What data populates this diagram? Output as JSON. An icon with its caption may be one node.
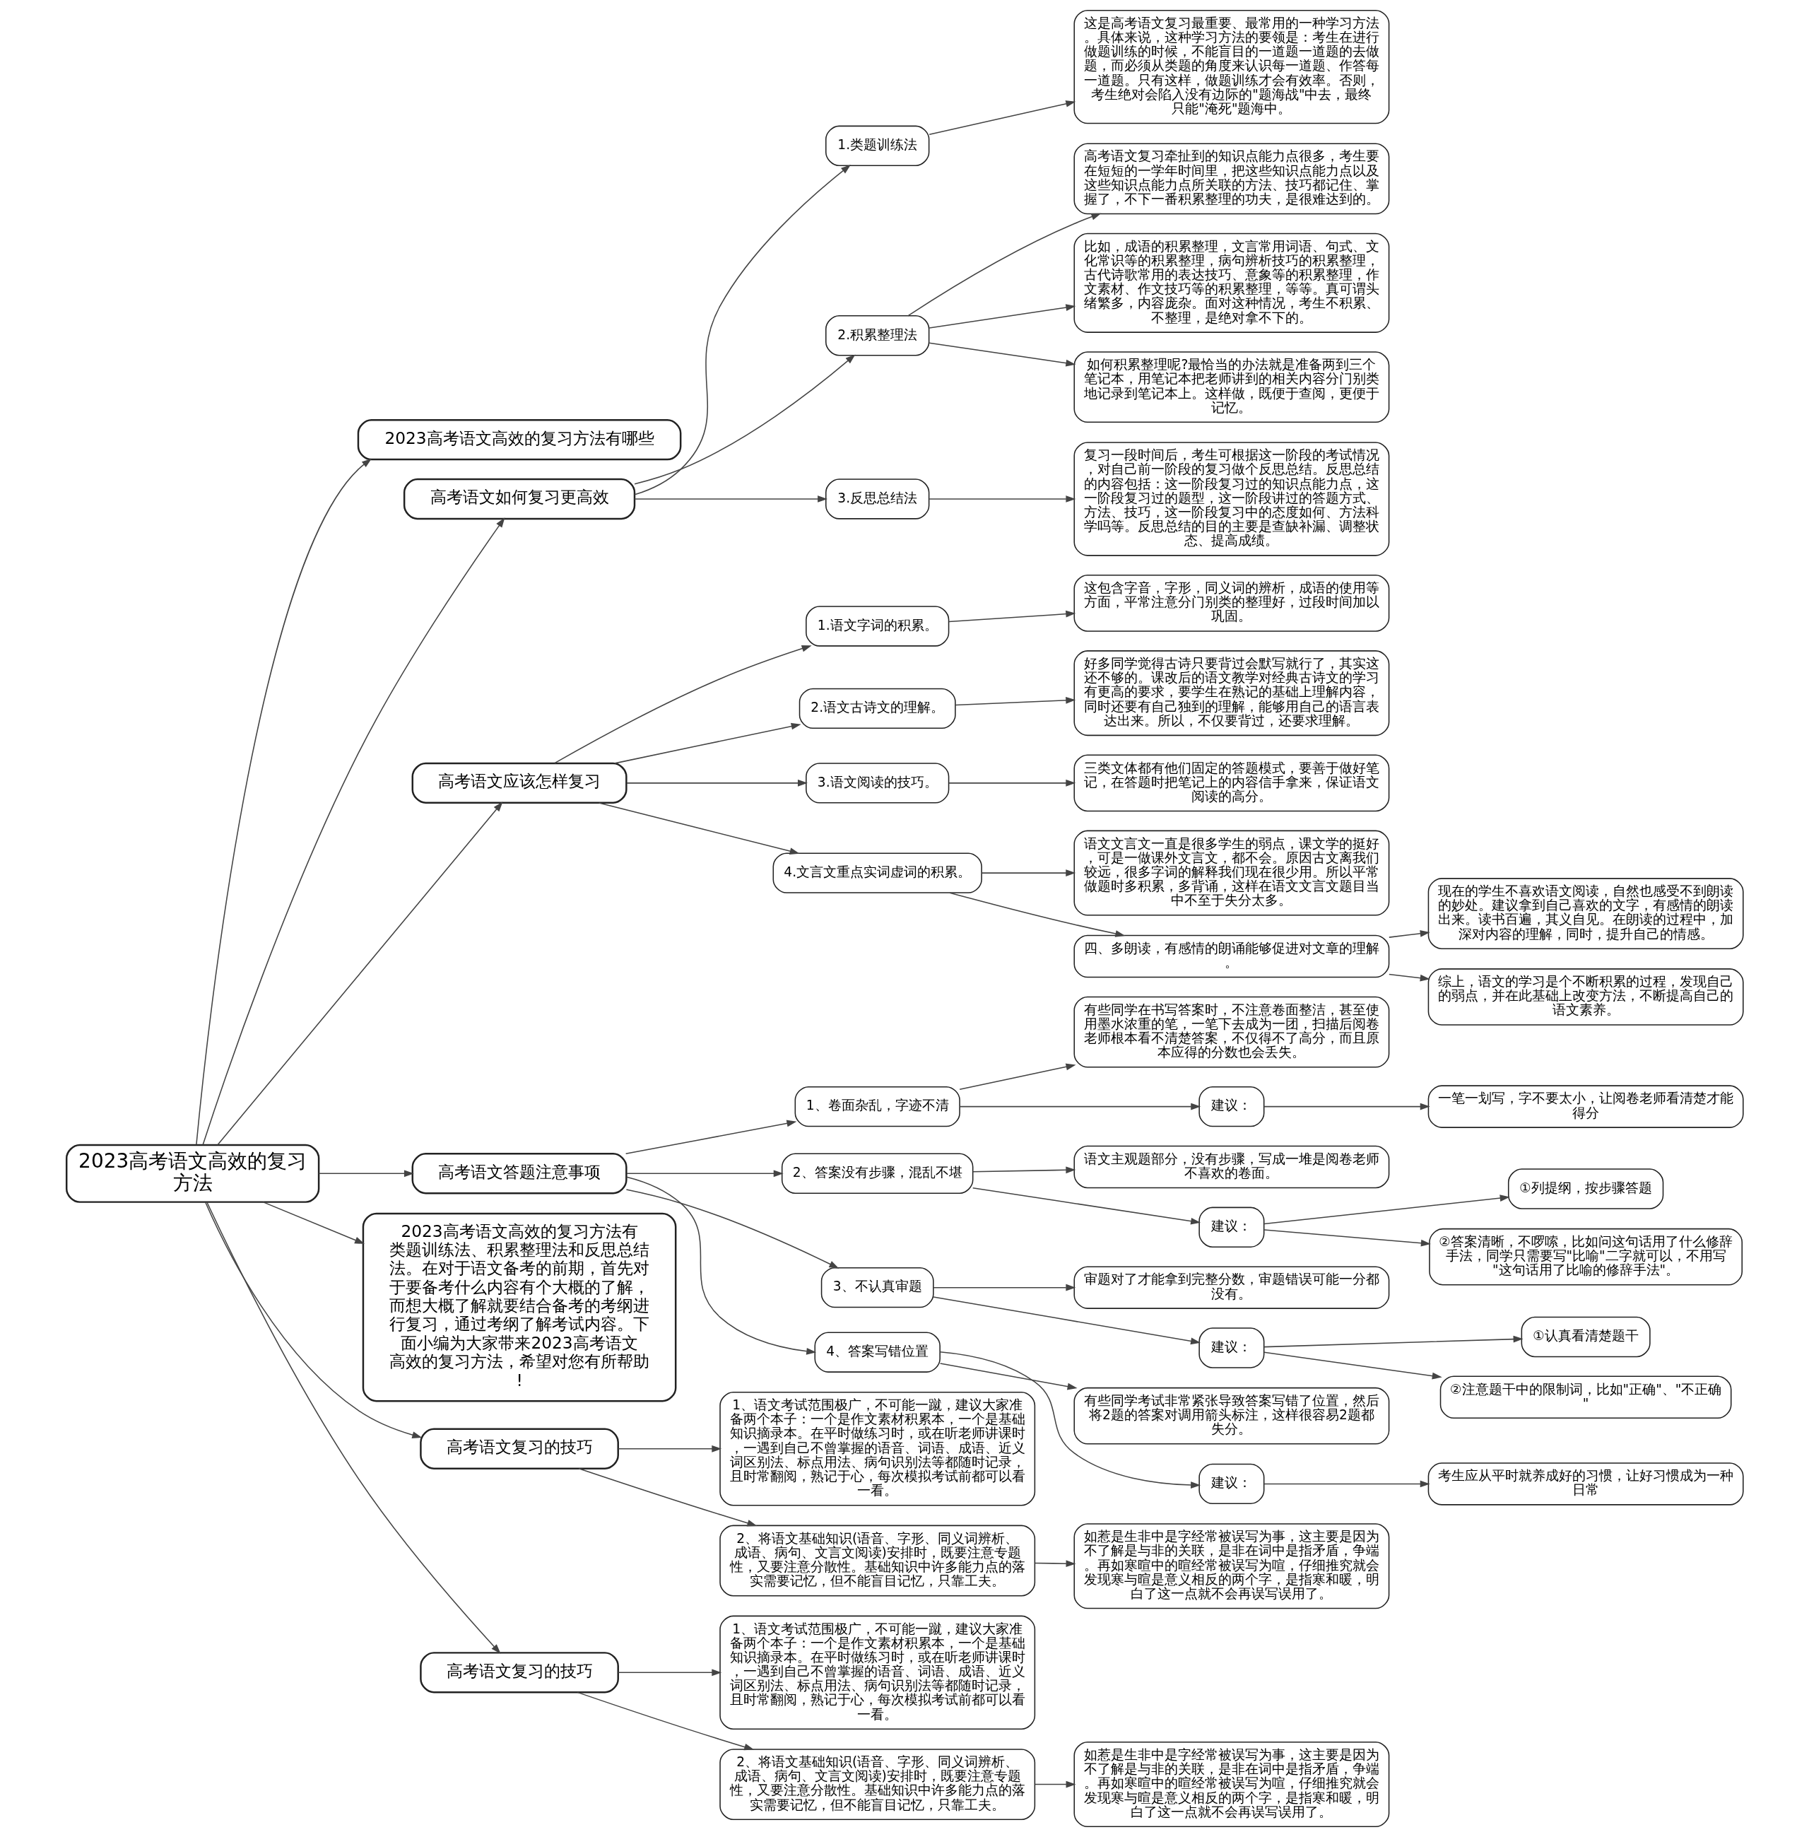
{
  "diagram": {
    "nodes": [
      {
        "text": [
          "2023高考语文高效的复习方法"
        ]
      },
      {
        "text": [
          "2023高考语文高效的复习方法有哪些"
        ]
      },
      {
        "text": [
          "高考语文如何复习更高效"
        ]
      },
      {
        "text": [
          "1.类题训练法"
        ]
      },
      {
        "text": [
          "这是高考语文复习最重要、最常用的一种学习方法。具体来说，这种学习方法的要领是：考生在进行做题训练的时候，不能盲目的一道题一道题的去做题，而必须从类题的角度来认识每一道题、作答每一道题。只有这样，做题训练才会有效率。否则，考生绝对会陷入没有边际的\"题海战\"中去，最终只能\"淹死\"题海中。"
        ]
      },
      {
        "text": [
          "2.积累整理法"
        ]
      },
      {
        "text": [
          "高考语文复习牵扯到的知识点能力点很多，考生要在短短的一学年时间里，把这些知识点能力点以及这些知识点能力点所关联的方法、技巧都记住、掌握了，不下一番积累整理的功夫，是很难达到的。"
        ]
      },
      {
        "text": [
          "比如，成语的积累整理，文言常用词语、句式、文化常识等的积累整理，病句辨析技巧的积累整理，古代诗歌常用的表达技巧、意象等的积累整理，作文素材、作文技巧等的积累整理，等等。真可谓头绪繁多，内容庞杂。面对这种情况，考生不积累、不整理，是绝对拿不下的。"
        ]
      },
      {
        "text": [
          "如何积累整理呢?最恰当的办法就是准备两到三个笔记本，用笔记本把老师讲到的相关内容分门别类地记录到笔记本上。这样做，既便于查阅，更便于记忆。"
        ]
      },
      {
        "text": [
          "3.反思总结法"
        ]
      },
      {
        "text": [
          "复习一段时间后，考生可根据这一阶段的考试情况，对自己前一阶段的复习做个反思总结。反思总结的内容包括：这一阶段复习过的知识点能力点，这一阶段复习过的题型，这一阶段讲过的答题方式、方法、技巧，这一阶段复习中的态度如何、方法科学吗等。反思总结的目的主要是查缺补漏、调整状态、提高成绩。"
        ]
      },
      {
        "text": [
          "高考语文应该怎样复习"
        ]
      },
      {
        "text": [
          "1.语文字词的积累。"
        ]
      },
      {
        "text": [
          "这包含字音，字形，同义词的辨析，成语的使用等方面，平常注意分门别类的整理好，过段时间加以巩固。"
        ]
      },
      {
        "text": [
          "2.语文古诗文的理解。"
        ]
      },
      {
        "text": [
          "好多同学觉得古诗只要背过会默写就行了，其实这还不够的。课改后的语文教学对经典古诗文的学习有更高的要求，要学生在熟记的基础上理解内容，同时还要有自己独到的理解，能够用自己的语言表达出来。所以，不仅要背过，还要求理解。"
        ]
      },
      {
        "text": [
          "3.语文阅读的技巧。"
        ]
      },
      {
        "text": [
          "三类文体都有他们固定的答题模式，要善于做好笔记，在答题时把笔记上的内容信手拿来，保证语文阅读的高分。"
        ]
      },
      {
        "text": [
          "4.文言文重点实词虚词的积累。"
        ]
      },
      {
        "text": [
          "语文文言文一直是很多学生的弱点，课文学的挺好，可是一做课外文言文，都不会。原因古文离我们较远，很多字词的解释我们现在很少用。所以平常做题时多积累，多背诵，这样在语文文言文题目当中不至于失分太多。"
        ]
      },
      {
        "text": [
          "四、多朗读，有感情的朗诵能够促进对文章的理解。"
        ]
      },
      {
        "text": [
          "现在的学生不喜欢语文阅读，自然也感受不到朗读的妙处。建议拿到自己喜欢的文字，有感情的朗读出来。读书百遍，其义自见。在朗读的过程中，加深对内容的理解，同时，提升自己的情感。"
        ]
      },
      {
        "text": [
          "综上，语文的学习是个不断积累的过程，发现自己的弱点，并在此基础上改变方法，不断提高自己的语文素养。"
        ]
      },
      {
        "text": [
          "高考语文答题注意事项"
        ]
      },
      {
        "text": [
          "1、卷面杂乱，字迹不清"
        ]
      },
      {
        "text": [
          "有些同学在书写答案时，不注意卷面整洁，甚至使用墨水浓重的笔，一笔下去成为一团，扫描后阅卷老师根本看不清楚答案，不仅得不了高分，而且原本应得的分数也会丢失。"
        ]
      },
      {
        "text": [
          "建议："
        ]
      },
      {
        "text": [
          "一笔一划写，字不要太小，让阅卷老师看清楚才能得分"
        ]
      },
      {
        "text": [
          "2、答案没有步骤，混乱不堪"
        ]
      },
      {
        "text": [
          "语文主观题部分，没有步骤，写成一堆是阅卷老师不喜欢的卷面。"
        ]
      },
      {
        "text": [
          "建议："
        ]
      },
      {
        "text": [
          "①列提纲，按步骤答题"
        ]
      },
      {
        "text": [
          "②答案清晰，不啰嗦，比如问这句话用了什么修辞手法，同学只需要写\"比喻\"二字就可以，不用写\"这句话用了比喻的修辞手法\"。"
        ]
      },
      {
        "text": [
          "3、不认真审题"
        ]
      },
      {
        "text": [
          "审题对了才能拿到完整分数，审题错误可能一分都没有。"
        ]
      },
      {
        "text": [
          "建议："
        ]
      },
      {
        "text": [
          "①认真看清楚题干"
        ]
      },
      {
        "text": [
          "②注意题干中的限制词，比如\"正确\"、\"不正确\""
        ]
      },
      {
        "text": [
          "4、答案写错位置"
        ]
      },
      {
        "text": [
          "有些同学考试非常紧张导致答案写错了位置，然后将2题的答案对调用箭头标注，这样很容易2题都失分。"
        ]
      },
      {
        "text": [
          "建议："
        ]
      },
      {
        "text": [
          "考生应从平时就养成好的习惯，让好习惯成为一种日常"
        ]
      },
      {
        "text": [
          "2023高考语文高效的复习方法有类题训练法、积累整理法和反思总结法。在对于语文备考的前期，首先对于要备考什么内容有个大概的了解，而想大概了解就要结合备考的考纲进行复习，通过考纲了解考试内容。下面小编为大家带来2023高考语文高效的复习方法，希望对您有所帮助!"
        ]
      },
      {
        "text": [
          "高考语文复习的技巧"
        ]
      },
      {
        "text": [
          "1、语文考试范围极广，不可能一蹴，建议大家准备两个本子：一个是作文素材积累本，一个是基础知识摘录本。在平时做练习时，或在听老师讲课时，一遇到自己不曾掌握的语音、词语、成语、近义词区别法、标点用法、病句识别法等都随时记录，且时常翻阅，熟记于心，每次模拟考试前都可以看一看。"
        ]
      },
      {
        "text": [
          "2、将语文基础知识(语音、字形、同义词辨析、成语、病句、文言文阅读)安排时，既要注意专题性，又要注意分散性。基础知识中许多能力点的落实需要记忆，但不能盲目记忆，只靠工夫。"
        ]
      },
      {
        "text": [
          "如惹是生非中是字经常被误写为事，这主要是因为不了解是与非的关联，是非在词中是指矛盾，争端。再如寒暄中的暄经常被误写为喧，仔细推究就会发现寒与暄是意义相反的两个字，是指寒和暖，明白了这一点就不会再误写误用了。"
        ]
      },
      {
        "text": [
          "高考语文复习的技巧"
        ]
      },
      {
        "text": [
          "1、语文考试范围极广，不可能一蹴，建议大家准备两个本子：一个是作文素材积累本，一个是基础知识摘录本。在平时做练习时，或在听老师讲课时，一遇到自己不曾掌握的语音、词语、成语、近义词区别法、标点用法、病句识别法等都随时记录，且时常翻阅，熟记于心，每次模拟考试前都可以看一看。"
        ]
      },
      {
        "text": [
          "2、将语文基础知识(语音、字形、同义词辨析、成语、病句、文言文阅读)安排时，既要注意专题性，又要注意分散性。基础知识中许多能力点的落实需要记忆，但不能盲目记忆，只靠工夫。"
        ]
      },
      {
        "text": [
          "如惹是生非中是字经常被误写为事，这主要是因为不了解是与非的关联，是非在词中是指矛盾，争端。再如寒暄中的暄经常被误写为喧，仔细推究就会发现寒与暄是意义相反的两个字，是指寒和暖，明白了这一点就不会再误写误用了。"
        ]
      }
    ],
    "edges": [
      {
        "from": 0,
        "to": 1,
        "arrow": "to"
      },
      {
        "from": 0,
        "to": 2,
        "arrow": "to"
      },
      {
        "from": 2,
        "to": 3,
        "arrow": "to"
      },
      {
        "from": 3,
        "to": 4,
        "arrow": "to"
      },
      {
        "from": 2,
        "to": 5,
        "arrow": "to"
      },
      {
        "from": 5,
        "to": 6,
        "arrow": "to"
      },
      {
        "from": 5,
        "to": 7,
        "arrow": "to"
      },
      {
        "from": 5,
        "to": 8,
        "arrow": "to"
      },
      {
        "from": 2,
        "to": 9,
        "arrow": "to"
      },
      {
        "from": 9,
        "to": 10,
        "arrow": "to"
      },
      {
        "from": 0,
        "to": 11,
        "arrow": "to"
      },
      {
        "from": 11,
        "to": 12,
        "arrow": "to"
      },
      {
        "from": 12,
        "to": 13,
        "arrow": "to"
      },
      {
        "from": 11,
        "to": 14,
        "arrow": "to"
      },
      {
        "from": 14,
        "to": 15,
        "arrow": "to"
      },
      {
        "from": 11,
        "to": 16,
        "arrow": "to"
      },
      {
        "from": 16,
        "to": 17,
        "arrow": "to"
      },
      {
        "from": 11,
        "to": 18,
        "arrow": "to"
      },
      {
        "from": 18,
        "to": 19,
        "arrow": "to"
      },
      {
        "from": 18,
        "to": 20,
        "arrow": "to"
      },
      {
        "from": 20,
        "to": 21,
        "arrow": "to"
      },
      {
        "from": 20,
        "to": 22,
        "arrow": "to"
      },
      {
        "from": 0,
        "to": 23,
        "arrow": "to"
      },
      {
        "from": 23,
        "to": 24,
        "arrow": "to"
      },
      {
        "from": 24,
        "to": 25,
        "arrow": "to"
      },
      {
        "from": 24,
        "to": 26,
        "arrow": "to"
      },
      {
        "from": 26,
        "to": 27,
        "arrow": "to"
      },
      {
        "from": 23,
        "to": 28,
        "arrow": "to"
      },
      {
        "from": 28,
        "to": 29,
        "arrow": "to"
      },
      {
        "from": 28,
        "to": 30,
        "arrow": "to"
      },
      {
        "from": 30,
        "to": 31,
        "arrow": "to"
      },
      {
        "from": 30,
        "to": 32,
        "arrow": "to"
      },
      {
        "from": 23,
        "to": 33,
        "arrow": "to"
      },
      {
        "from": 33,
        "to": 34,
        "arrow": "to"
      },
      {
        "from": 33,
        "to": 35,
        "arrow": "to"
      },
      {
        "from": 35,
        "to": 36,
        "arrow": "to"
      },
      {
        "from": 35,
        "to": 37,
        "arrow": "to"
      },
      {
        "from": 23,
        "to": 38,
        "arrow": "to"
      },
      {
        "from": 38,
        "to": 39,
        "arrow": "to"
      },
      {
        "from": 38,
        "to": 40,
        "arrow": "to"
      },
      {
        "from": 40,
        "to": 41,
        "arrow": "to"
      },
      {
        "from": 0,
        "to": 42,
        "arrow": "to"
      },
      {
        "from": 0,
        "to": 43,
        "arrow": "to"
      },
      {
        "from": 43,
        "to": 44,
        "arrow": "to"
      },
      {
        "from": 43,
        "to": 45,
        "arrow": "to"
      },
      {
        "from": 45,
        "to": 46,
        "arrow": "to"
      },
      {
        "from": 0,
        "to": 47,
        "arrow": "to"
      },
      {
        "from": 47,
        "to": 48,
        "arrow": "to"
      },
      {
        "from": 47,
        "to": 49,
        "arrow": "to"
      },
      {
        "from": 49,
        "to": 50,
        "arrow": "to"
      }
    ]
  }
}
